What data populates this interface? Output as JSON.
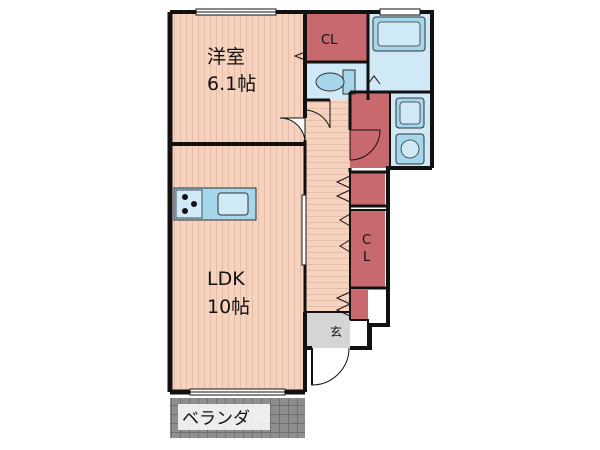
{
  "rooms": {
    "western_room": {
      "name": "洋室",
      "size": "6.1帖"
    },
    "ldk": {
      "name": "LDK",
      "size": "10帖"
    },
    "closet_top": {
      "label": "CL"
    },
    "closet_mid": {
      "label": "C\nL"
    },
    "entrance": {
      "label": "玄"
    },
    "balcony": {
      "label": "ベランダ"
    }
  },
  "colors": {
    "wood_floor": "#f6d3bf",
    "wood_line": "#e4b9a3",
    "closet": "#c8686f",
    "wet_area": "#cfe9f6",
    "fixture": "#a6d6ec",
    "entrance_floor": "#d5d5d5",
    "balcony": "#9a9a9a",
    "wall": "#111111"
  }
}
